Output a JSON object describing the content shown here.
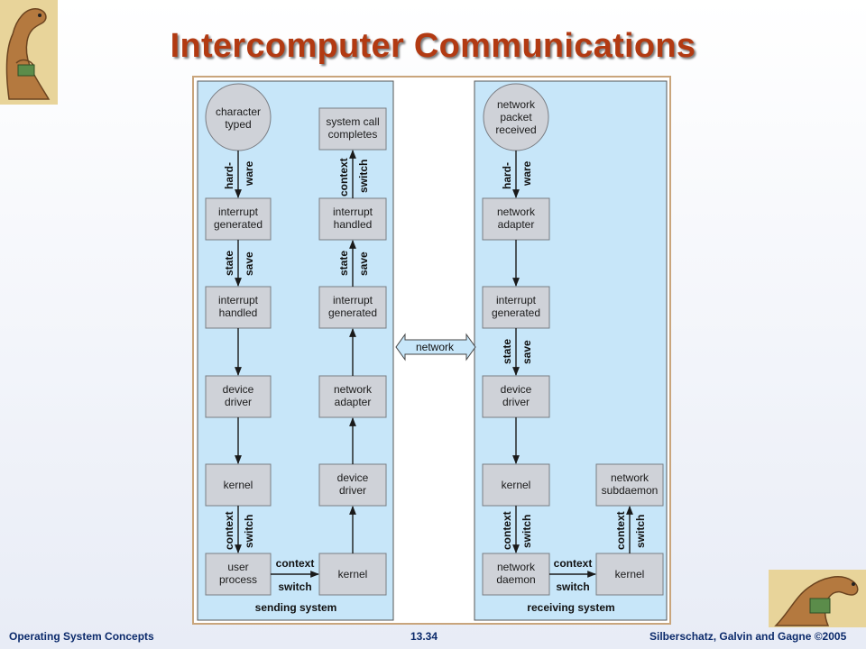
{
  "title": "Intercomputer Communications",
  "footer": {
    "left": "Operating System Concepts",
    "center": "13.34",
    "right": "Silberschatz, Galvin and Gagne ©2005"
  },
  "diagram": {
    "sending_system_label": "sending system",
    "receiving_system_label": "receiving system",
    "network_label": "network",
    "nodes": {
      "s_char_typed": [
        "character",
        "typed"
      ],
      "s_intr_generated": [
        "interrupt",
        "generated"
      ],
      "s_intr_handled": [
        "interrupt",
        "handled"
      ],
      "s_device_driver": [
        "device",
        "driver"
      ],
      "s_kernel": [
        "kernel"
      ],
      "s_user_process": [
        "user",
        "process"
      ],
      "s2_syscall": [
        "system call",
        "completes"
      ],
      "s2_intr_handled": [
        "interrupt",
        "handled"
      ],
      "s2_intr_generated": [
        "interrupt",
        "generated"
      ],
      "s2_network_adapter": [
        "network",
        "adapter"
      ],
      "s2_device_driver": [
        "device",
        "driver"
      ],
      "s2_kernel": [
        "kernel"
      ],
      "r_packet_received": [
        "network",
        "packet",
        "received"
      ],
      "r_network_adapter": [
        "network",
        "adapter"
      ],
      "r_intr_generated": [
        "interrupt",
        "generated"
      ],
      "r_device_driver": [
        "device",
        "driver"
      ],
      "r_kernel": [
        "kernel"
      ],
      "r_network_daemon": [
        "network",
        "daemon"
      ],
      "r2_subdaemon": [
        "network",
        "subdaemon"
      ],
      "r2_kernel": [
        "kernel"
      ]
    },
    "edge_labels": {
      "hardware": [
        "hard-",
        "ware"
      ],
      "state_save": [
        "state",
        "save"
      ],
      "context_switch": [
        "context",
        "switch"
      ]
    },
    "colors": {
      "panel_fill": "#c7e6f9",
      "frame_border": "#c9a57c",
      "box_fill": "#cfd2d8",
      "title_color": "#b23a12",
      "footer_color": "#0b2a6b"
    }
  }
}
